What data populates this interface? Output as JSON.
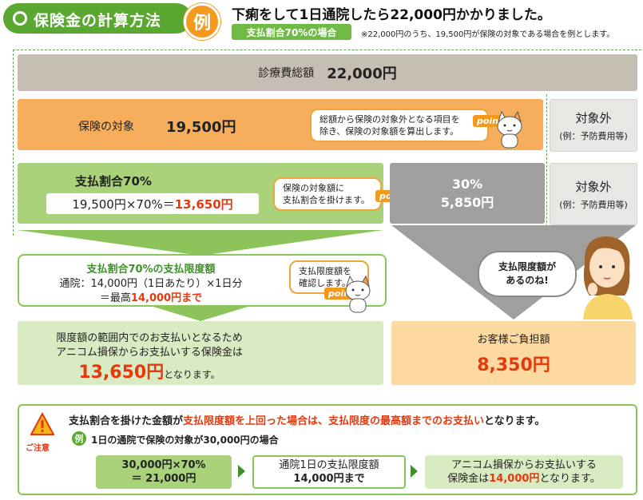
{
  "header": {
    "tag": "保険金の計算方法",
    "example_badge": "例",
    "main": "下痢をして1日通院したら22,000円かかりました。",
    "rate_pill": "支払割合70%の場合",
    "note": "※22,000円のうち、19,500円が保険の対象である場合を例とします。"
  },
  "total": {
    "label": "診療費総額",
    "value": "22,000円"
  },
  "covered": {
    "label": "保険の対象",
    "value": "19,500円",
    "bubble_l1": "総額から保険の対象外となる項目を",
    "bubble_l2": "除き、保険の対象額を算出します。"
  },
  "point_label": "point",
  "excluded": {
    "title": "対象外",
    "sub": "(例：予防費用等)"
  },
  "payment": {
    "title": "支払割合70%",
    "calc_prefix": "19,500円×70%＝",
    "calc_result": "13,650円",
    "bubble_l1": "保険の対象額に",
    "bubble_l2": "支払割合を掛けます。"
  },
  "excess": {
    "rate": "30%",
    "amount": "5,850円"
  },
  "cap": {
    "title": "支払割合70%の支払限度額",
    "line2": "通院：14,000円（1日あたり）×1日分",
    "line3_prefix": "＝最高",
    "line3_value": "14,000円まで",
    "bubble_l1": "支払限度額を",
    "bubble_l2": "確認します。"
  },
  "limit": {
    "line1": "限度額の範囲内でのお支払いとなるため",
    "line2": "アニコム損保からお支払いする保険金は",
    "amount": "13,650円",
    "suffix": "となります。"
  },
  "customer": {
    "label": "お客様ご負担額",
    "value": "8,350円"
  },
  "speech": {
    "l1": "支払限度額が",
    "l2": "あるのね!"
  },
  "caution": {
    "label": "ご注意",
    "msg_a": "支払割合を掛けた金額が",
    "msg_b": "支払限度額を上回った場合は、支払限度の最高額までのお支払い",
    "msg_c": "となります。",
    "ex_badge": "例",
    "case": "1日の通院で保険の対象が30,000円の場合",
    "step1_l1": "30,000円×70%",
    "step1_l2": "＝ 21,000円",
    "step2_l1": "通院1日の支払限度額",
    "step2_l2": "14,000円まで",
    "step3_l1": "アニコム損保からお支払いする",
    "step3_l2a": "保険金は",
    "step3_l2b": "14,000円",
    "step3_l2c": "となります。"
  },
  "colors": {
    "green": "#5aa832",
    "orange": "#f6ad5c",
    "light_green": "#a9d27a",
    "gray": "#a19f9d",
    "red": "#e8380d",
    "peach": "#fcd9a0"
  }
}
